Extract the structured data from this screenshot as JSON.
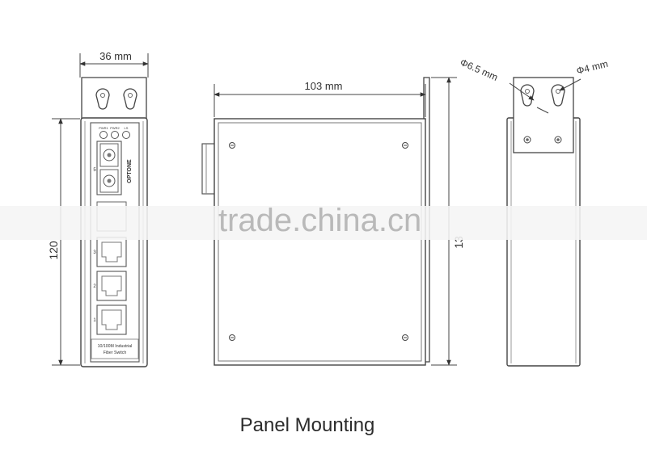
{
  "dimensions": {
    "width_label": "36 mm",
    "depth_label": "103 mm",
    "height_left_label": "120",
    "height_right_label": "13",
    "hole_large_label": "Φ6.5 mm",
    "hole_small_label": "Φ4 mm"
  },
  "device": {
    "led_labels": [
      "PWR1",
      "PWR2",
      "LS"
    ],
    "brand": "OPTONE",
    "port_numbers": [
      "5",
      "3",
      "2",
      "1"
    ],
    "product_label_line1": "10/100M Industrial",
    "product_label_line2": "Fiber Switch"
  },
  "watermark": "trade.china.cn",
  "caption": "Panel Mounting"
}
